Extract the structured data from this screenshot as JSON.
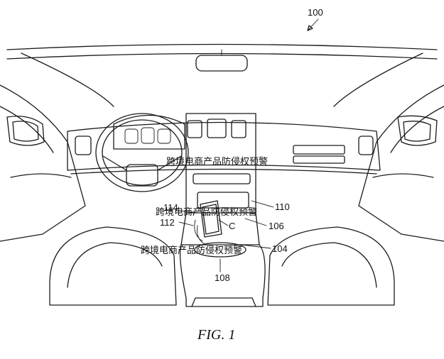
{
  "figure": {
    "caption": "FIG. 1",
    "ref_main": "100",
    "watermark_texts": [
      "跨境电商产品防侵权预警",
      "跨境电商产品防侵权预警",
      "跨境电商产品防侵权预警"
    ],
    "ref_labels": {
      "r110": "110",
      "r106": "106",
      "r104": "104",
      "r108": "108",
      "r112": "112",
      "rC": "C",
      "r114": "114"
    }
  }
}
